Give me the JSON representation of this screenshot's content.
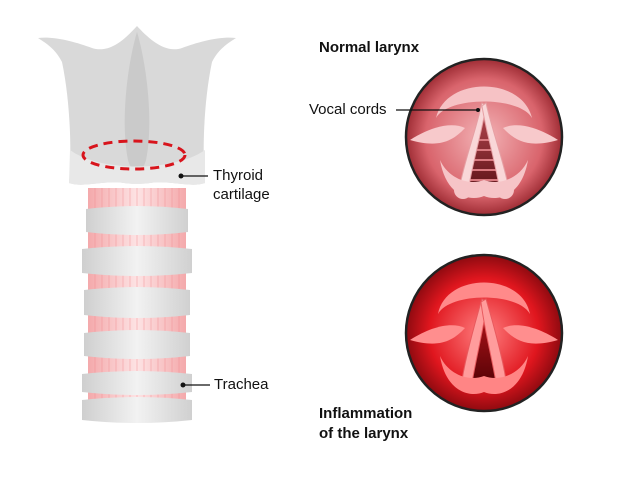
{
  "labels": {
    "normal_larynx": "Normal larynx",
    "vocal_cords": "Vocal cords",
    "thyroid_line1": "Thyroid",
    "thyroid_line2": "cartilage",
    "trachea": "Trachea",
    "inflammation_line1": "Inflammation",
    "inflammation_line2": "of the larynx"
  },
  "colors": {
    "cartilage": "#d9d9d9",
    "ring_pink": "#f6b7b7",
    "highlight_dash": "#d8141c",
    "normal_tissue": "#e9888f",
    "inflamed_tissue": "#e0161e",
    "leader_line": "#111111"
  }
}
